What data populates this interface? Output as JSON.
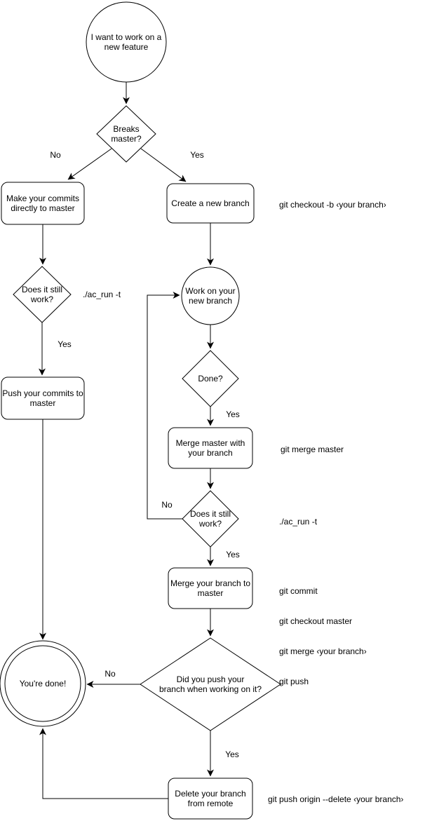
{
  "diagram": {
    "nodes": {
      "start": {
        "label": "I want to work on a\nnew feature",
        "shape": "circle"
      },
      "breaks_master": {
        "label": "Breaks\nmaster?",
        "shape": "diamond"
      },
      "commits_master": {
        "label": "Make your commits\ndirectly to master",
        "shape": "rounded-rect"
      },
      "create_branch": {
        "label": "Create a new branch",
        "shape": "rounded-rect"
      },
      "still_work_1": {
        "label": "Does it still\nwork?",
        "shape": "diamond"
      },
      "work_branch": {
        "label": "Work on your\nnew branch",
        "shape": "circle"
      },
      "push_commits": {
        "label": "Push your commits to\nmaster",
        "shape": "rounded-rect"
      },
      "done": {
        "label": "Done?",
        "shape": "diamond"
      },
      "merge_master": {
        "label": "Merge master with\nyour branch",
        "shape": "rounded-rect"
      },
      "still_work_2": {
        "label": "Does it still\nwork?",
        "shape": "diamond"
      },
      "merge_branch": {
        "label": "Merge your branch to\nmaster",
        "shape": "rounded-rect"
      },
      "did_push": {
        "label": "Did you push your\nbranch when working on it?",
        "shape": "diamond"
      },
      "youre_done": {
        "label": "You're done!",
        "shape": "double-circle"
      },
      "delete_branch": {
        "label": "Delete your branch\nfrom remote",
        "shape": "rounded-rect"
      }
    },
    "edge_labels": {
      "no_breaks": "No",
      "yes_breaks": "Yes",
      "yes_still_work_1": "Yes",
      "yes_done": "Yes",
      "no_still_work_2": "No",
      "yes_still_work_2": "Yes",
      "no_did_push": "No",
      "yes_did_push": "Yes"
    },
    "annotations": {
      "checkout_cmd": "git checkout -b ‹your branch›",
      "ac_run_1": "./ac_run -t",
      "merge_master_cmd": "git merge master",
      "ac_run_2": "./ac_run -t",
      "merge_cmds": [
        "git commit",
        "git checkout master",
        "git merge ‹your branch›",
        "git push"
      ],
      "delete_cmd": "git push origin --delete ‹your branch›"
    },
    "colors": {
      "stroke": "#000000",
      "fill": "#ffffff",
      "text": "#000000"
    }
  }
}
